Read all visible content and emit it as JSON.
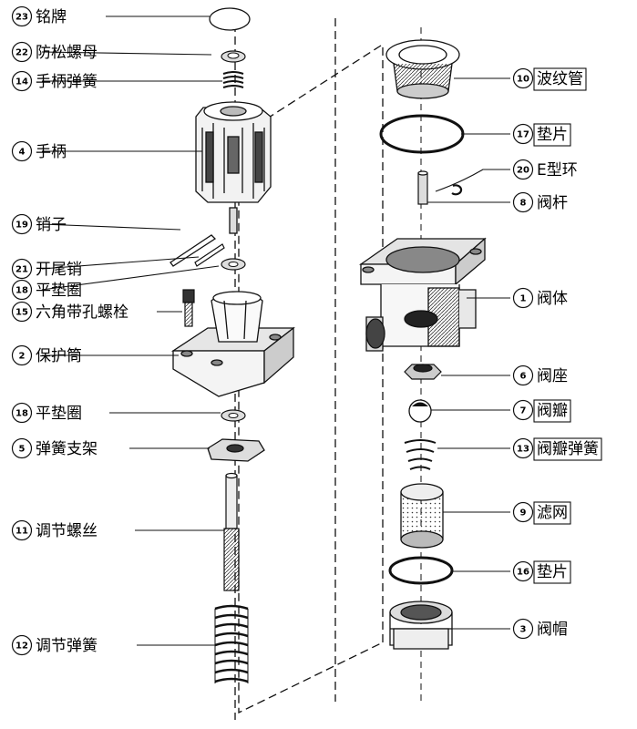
{
  "parts": [
    {
      "num": "23",
      "label": "铭牌",
      "icon": "nameplate-icon"
    },
    {
      "num": "22",
      "label": "防松螺母",
      "icon": "lock-nut-icon"
    },
    {
      "num": "14",
      "label": "手柄弹簧",
      "icon": "spring-icon"
    },
    {
      "num": "4",
      "label": "手柄",
      "icon": "handle-icon"
    },
    {
      "num": "19",
      "label": "销子",
      "icon": "pin-icon"
    },
    {
      "num": "21",
      "label": "开尾销",
      "icon": "cotter-pin-icon"
    },
    {
      "num": "18",
      "label": "平垫圈",
      "icon": "washer-icon"
    },
    {
      "num": "15",
      "label": "六角带孔螺栓",
      "icon": "bolt-icon"
    },
    {
      "num": "2",
      "label": "保护筒",
      "icon": "bonnet-icon"
    },
    {
      "num": "18",
      "label": "平垫圈",
      "icon": "washer-icon"
    },
    {
      "num": "5",
      "label": "弹簧支架",
      "icon": "spring-seat-icon"
    },
    {
      "num": "11",
      "label": "调节螺丝",
      "icon": "adjusting-screw-icon"
    },
    {
      "num": "12",
      "label": "调节弹簧",
      "icon": "spring-icon"
    },
    {
      "num": "10",
      "label": "波纹管",
      "icon": "bellows-icon"
    },
    {
      "num": "17",
      "label": "垫片",
      "icon": "gasket-icon"
    },
    {
      "num": "20",
      "label": "E型环",
      "icon": "e-ring-icon"
    },
    {
      "num": "8",
      "label": "阀杆",
      "icon": "stem-icon"
    },
    {
      "num": "1",
      "label": "阀体",
      "icon": "valve-body-icon"
    },
    {
      "num": "6",
      "label": "阀座",
      "icon": "valve-seat-icon"
    },
    {
      "num": "7",
      "label": "阀瓣",
      "icon": "ball-icon"
    },
    {
      "num": "13",
      "label": "阀瓣弹簧",
      "icon": "spring-icon"
    },
    {
      "num": "9",
      "label": "滤网",
      "icon": "strainer-icon"
    },
    {
      "num": "16",
      "label": "垫片",
      "icon": "gasket-icon"
    },
    {
      "num": "3",
      "label": "阀帽",
      "icon": "cap-icon"
    }
  ],
  "colors": {
    "line": "#111111",
    "label_box": "#111111",
    "background": "#ffffff"
  }
}
